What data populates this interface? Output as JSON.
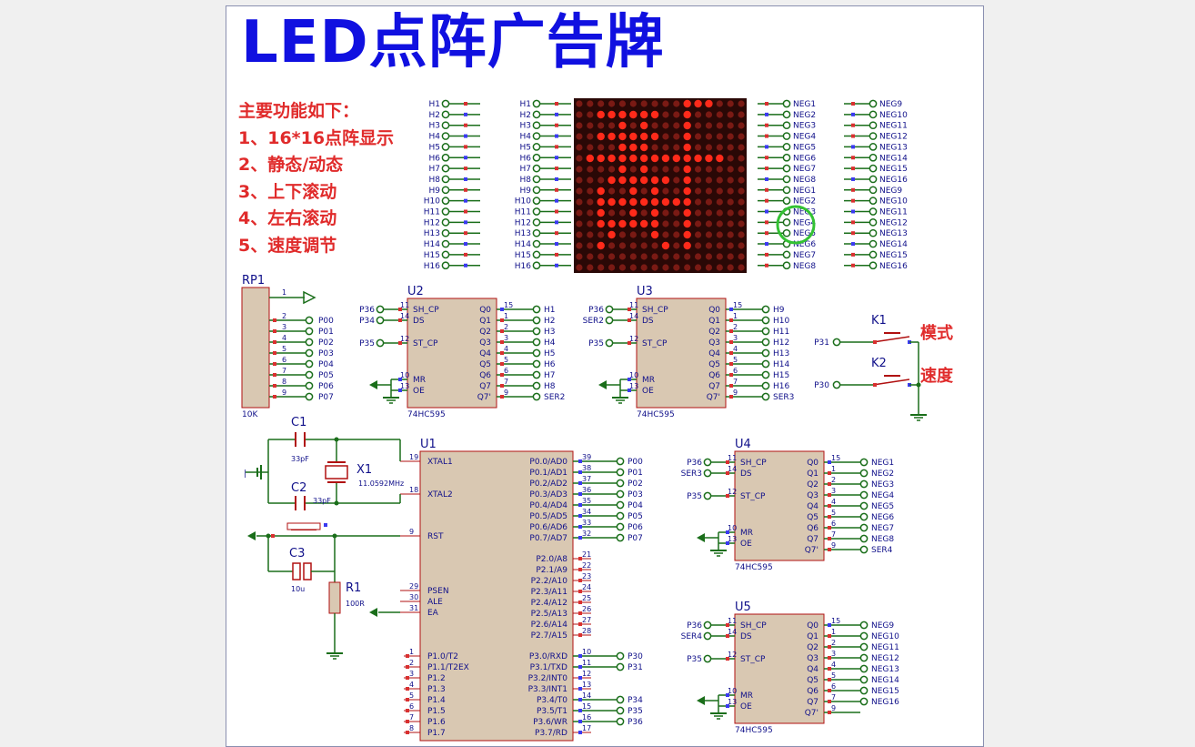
{
  "title": "LED点阵广告牌",
  "features": {
    "heading": "主要功能如下：",
    "items": [
      "1、16*16点阵显示",
      "2、静态/动态",
      "3、上下滚动",
      "4、左右滚动",
      "5、速度调节"
    ]
  },
  "colors": {
    "wire": "#1a6e1a",
    "component": "#b01010",
    "body": "#d9c8b2",
    "text": "#10108a",
    "title": "#1010e0",
    "annotation": "#e02b2b",
    "led_on": "#ff2a1a",
    "led_off": "#7a1a14",
    "matrix_bg": "#2a0806"
  },
  "row_labels": [
    "H1",
    "H2",
    "H3",
    "H4",
    "H5",
    "H6",
    "H7",
    "H8",
    "H9",
    "H10",
    "H11",
    "H12",
    "H13",
    "H14",
    "H15",
    "H16"
  ],
  "neg_right_a": [
    "NEG1",
    "NEG2",
    "NEG3",
    "NEG4",
    "NEG5",
    "NEG6",
    "NEG7",
    "NEG8",
    "NEG1",
    "NEG2",
    "NEG3",
    "NEG4",
    "NEG5",
    "NEG6",
    "NEG7",
    "NEG8"
  ],
  "neg_right_b": [
    "NEG9",
    "NEG10",
    "NEG11",
    "NEG12",
    "NEG13",
    "NEG14",
    "NEG15",
    "NEG16",
    "NEG9",
    "NEG10",
    "NEG11",
    "NEG12",
    "NEG13",
    "NEG14",
    "NEG15",
    "NEG16"
  ],
  "led_matrix": {
    "size": 16,
    "lit_rows": [
      "..........111...",
      "..111111..1.....",
      "....1.1...1.....",
      "..111111..1.....",
      "....111...1.....",
      ".1111111111111..",
      "....1.1...1.....",
      "...111111.1.....",
      "..1..1.1..1.....",
      "..111111111.....",
      "..1..1.1..1.....",
      "..111111..1.....",
      "...1...1..1.....",
      "..1.....1.1.....",
      "................",
      "................"
    ]
  },
  "rp1": {
    "ref": "RP1",
    "value": "10K",
    "pin1": "1",
    "pins": [
      "2",
      "3",
      "4",
      "5",
      "6",
      "7",
      "8",
      "9"
    ],
    "nets": [
      "P00",
      "P01",
      "P02",
      "P03",
      "P04",
      "P05",
      "P06",
      "P07"
    ]
  },
  "shift_registers": [
    {
      "ref": "U2",
      "part": "74HC595",
      "inputs": [
        [
          "P36",
          "11",
          "SH_CP"
        ],
        [
          "P34",
          "14",
          "DS"
        ],
        [
          "P35",
          "12",
          "ST_CP"
        ],
        [
          "",
          "10",
          "MR"
        ],
        [
          "",
          "13",
          "OE"
        ]
      ],
      "outputs": [
        "H1",
        "H2",
        "H3",
        "H4",
        "H5",
        "H6",
        "H7",
        "H8",
        "SER2"
      ]
    },
    {
      "ref": "U3",
      "part": "74HC595",
      "inputs": [
        [
          "P36",
          "11",
          "SH_CP"
        ],
        [
          "SER2",
          "14",
          "DS"
        ],
        [
          "P35",
          "12",
          "ST_CP"
        ],
        [
          "",
          "10",
          "MR"
        ],
        [
          "",
          "13",
          "OE"
        ]
      ],
      "outputs": [
        "H9",
        "H10",
        "H11",
        "H12",
        "H13",
        "H14",
        "H15",
        "H16",
        "SER3"
      ]
    },
    {
      "ref": "U4",
      "part": "74HC595",
      "inputs": [
        [
          "P36",
          "11",
          "SH_CP"
        ],
        [
          "SER3",
          "14",
          "DS"
        ],
        [
          "P35",
          "12",
          "ST_CP"
        ],
        [
          "",
          "10",
          "MR"
        ],
        [
          "",
          "13",
          "OE"
        ]
      ],
      "outputs": [
        "NEG1",
        "NEG2",
        "NEG3",
        "NEG4",
        "NEG5",
        "NEG6",
        "NEG7",
        "NEG8",
        "SER4"
      ]
    },
    {
      "ref": "U5",
      "part": "74HC595",
      "inputs": [
        [
          "P36",
          "11",
          "SH_CP"
        ],
        [
          "SER4",
          "14",
          "DS"
        ],
        [
          "P35",
          "12",
          "ST_CP"
        ],
        [
          "",
          "10",
          "MR"
        ],
        [
          "",
          "13",
          "OE"
        ]
      ],
      "outputs": [
        "NEG9",
        "NEG10",
        "NEG11",
        "NEG12",
        "NEG13",
        "NEG14",
        "NEG15",
        "NEG16",
        ""
      ]
    }
  ],
  "sr_outpins": [
    "Q0",
    "Q1",
    "Q2",
    "Q3",
    "Q4",
    "Q5",
    "Q6",
    "Q7",
    "Q7'"
  ],
  "sr_outnums": [
    "15",
    "1",
    "2",
    "3",
    "4",
    "5",
    "6",
    "7",
    "9"
  ],
  "mcu": {
    "ref": "U1",
    "left": [
      [
        "19",
        "XTAL1"
      ],
      [
        "18",
        "XTAL2"
      ],
      [
        "9",
        "RST"
      ],
      [
        "29",
        "PSEN"
      ],
      [
        "30",
        "ALE"
      ],
      [
        "31",
        "EA"
      ]
    ],
    "p1": [
      [
        "1",
        "P1.0/T2"
      ],
      [
        "2",
        "P1.1/T2EX"
      ],
      [
        "3",
        "P1.2"
      ],
      [
        "4",
        "P1.3"
      ],
      [
        "5",
        "P1.4"
      ],
      [
        "6",
        "P1.5"
      ],
      [
        "7",
        "P1.6"
      ],
      [
        "8",
        "P1.7"
      ]
    ],
    "p0": [
      [
        "39",
        "P0.0/AD0",
        "P00"
      ],
      [
        "38",
        "P0.1/AD1",
        "P01"
      ],
      [
        "37",
        "P0.2/AD2",
        "P02"
      ],
      [
        "36",
        "P0.3/AD3",
        "P03"
      ],
      [
        "35",
        "P0.4/AD4",
        "P04"
      ],
      [
        "34",
        "P0.5/AD5",
        "P05"
      ],
      [
        "33",
        "P0.6/AD6",
        "P06"
      ],
      [
        "32",
        "P0.7/AD7",
        "P07"
      ]
    ],
    "p2": [
      [
        "21",
        "P2.0/A8"
      ],
      [
        "22",
        "P2.1/A9"
      ],
      [
        "23",
        "P2.2/A10"
      ],
      [
        "24",
        "P2.3/A11"
      ],
      [
        "25",
        "P2.4/A12"
      ],
      [
        "26",
        "P2.5/A13"
      ],
      [
        "27",
        "P2.6/A14"
      ],
      [
        "28",
        "P2.7/A15"
      ]
    ],
    "p3": [
      [
        "10",
        "P3.0/RXD",
        "P30"
      ],
      [
        "11",
        "P3.1/TXD",
        "P31"
      ],
      [
        "12",
        "P3.2/INT0",
        ""
      ],
      [
        "13",
        "P3.3/INT1",
        ""
      ],
      [
        "14",
        "P3.4/T0",
        "P34"
      ],
      [
        "15",
        "P3.5/T1",
        "P35"
      ],
      [
        "16",
        "P3.6/WR",
        "P36"
      ],
      [
        "17",
        "P3.7/RD",
        ""
      ]
    ]
  },
  "passives": {
    "c1": "C1",
    "c1_val": "33pF",
    "c2": "C2",
    "c2_val": "33pF",
    "c3": "C3",
    "c3_val": "10u",
    "x1": "X1",
    "x1_val": "11.0592MHz",
    "r1": "R1",
    "r1_val": "100R"
  },
  "keys": [
    {
      "ref": "K1",
      "net": "P31",
      "label": "模式"
    },
    {
      "ref": "K2",
      "net": "P30",
      "label": "速度"
    }
  ]
}
